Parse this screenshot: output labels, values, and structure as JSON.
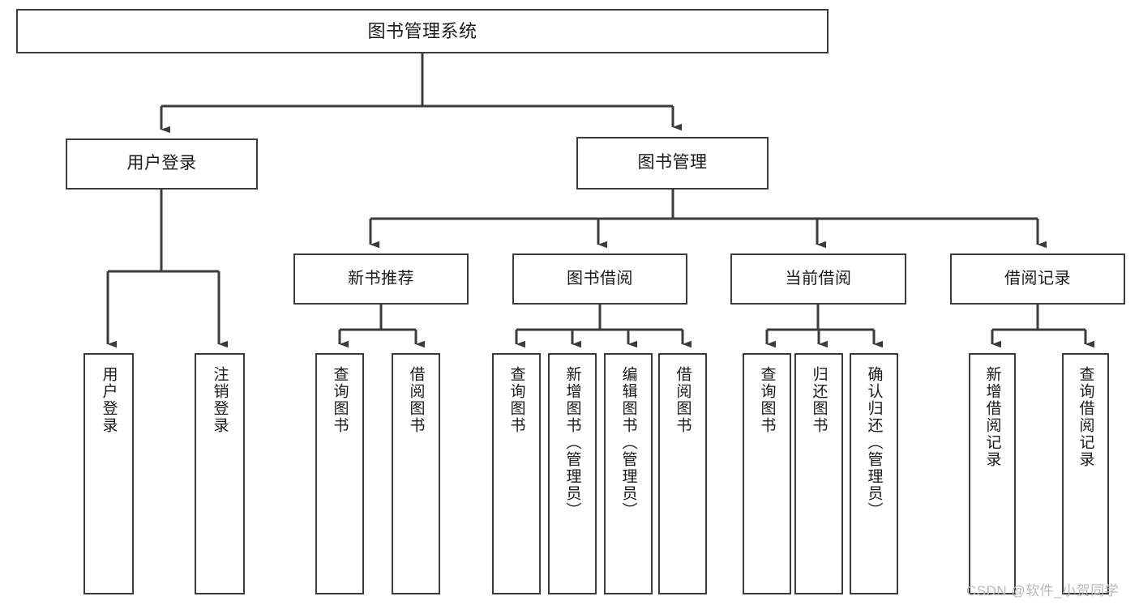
{
  "diagram": {
    "title": "图书管理系统",
    "type": "tree-hierarchy-diagram",
    "colors": {
      "box_border": "#3b3b3b",
      "box_fill": "#ffffff",
      "connector": "#3b3b3b",
      "text": "#1a1a1a",
      "watermark": "#b9b9b9",
      "background": "#ffffff"
    },
    "root": {
      "label": "图书管理系统"
    },
    "level2": [
      {
        "id": "user-login",
        "label": "用户登录"
      },
      {
        "id": "book-management",
        "label": "图书管理"
      }
    ],
    "level3": [
      {
        "id": "new-book-recommend",
        "label": "新书推荐"
      },
      {
        "id": "book-borrow",
        "label": "图书借阅"
      },
      {
        "id": "current-borrow",
        "label": "当前借阅"
      },
      {
        "id": "borrow-record",
        "label": "借阅记录"
      }
    ],
    "leaves": [
      {
        "id": "leaf-user-login",
        "parent": "user-login",
        "label": "用户登录"
      },
      {
        "id": "leaf-logout-login",
        "parent": "user-login",
        "label": "注销登录"
      },
      {
        "id": "leaf-query-book-1",
        "parent": "new-book-recommend",
        "label": "查询图书"
      },
      {
        "id": "leaf-borrow-book-1",
        "parent": "new-book-recommend",
        "label": "借阅图书"
      },
      {
        "id": "leaf-query-book-2",
        "parent": "book-borrow",
        "label": "查询图书"
      },
      {
        "id": "leaf-add-book",
        "parent": "book-borrow",
        "label": "新增图书（管理员）"
      },
      {
        "id": "leaf-edit-book",
        "parent": "book-borrow",
        "label": "编辑图书（管理员）"
      },
      {
        "id": "leaf-borrow-book-2",
        "parent": "book-borrow",
        "label": "借阅图书"
      },
      {
        "id": "leaf-query-book-3",
        "parent": "current-borrow",
        "label": "查询图书"
      },
      {
        "id": "leaf-return-book",
        "parent": "current-borrow",
        "label": "归还图书"
      },
      {
        "id": "leaf-confirm-return",
        "parent": "current-borrow",
        "label": "确认归还（管理员）"
      },
      {
        "id": "leaf-add-record",
        "parent": "borrow-record",
        "label": "新增借阅记录"
      },
      {
        "id": "leaf-query-record",
        "parent": "borrow-record",
        "label": "查询借阅记录"
      }
    ],
    "watermark": "CSDN @软件_小贺同学"
  }
}
